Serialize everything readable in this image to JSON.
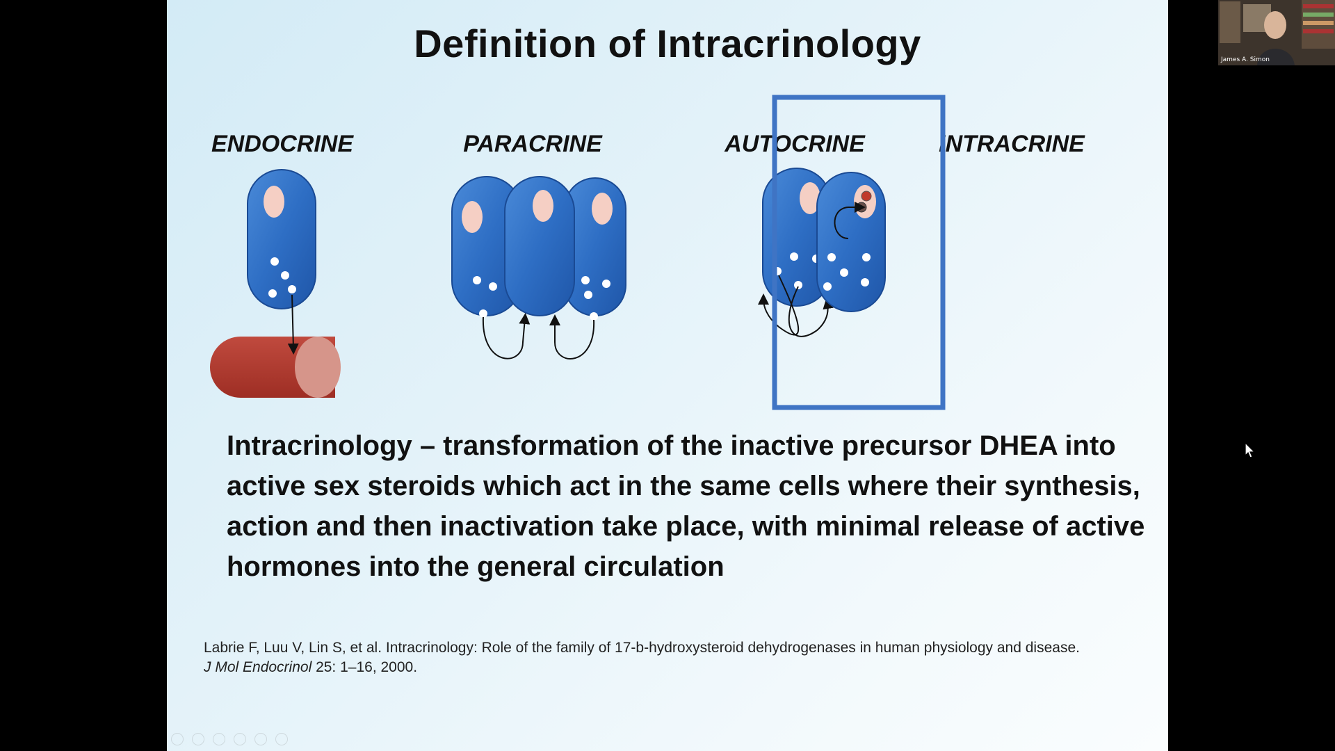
{
  "slide": {
    "title": "Definition of Intracrinology",
    "diagrams": [
      {
        "label": "ENDOCRINE"
      },
      {
        "label": "PARACRINE"
      },
      {
        "label": "AUTOCRINE"
      },
      {
        "label": "INTRACRINE"
      }
    ],
    "definition": "Intracrinology – transformation of the inactive precursor DHEA into active sex steroids which act in the same cells where their synthesis, action and then inactivation take place, with minimal release of active hormones into the general circulation",
    "citation": {
      "line1": "Labrie F, Luu V, Lin S, et al. Intracrinology: Role of the family of 17-b-hydroxysteroid dehydrogenases in human physiology and disease.",
      "journal": "J Mol Endocrinol",
      "details": "  25: 1–16, 2000."
    }
  },
  "webcam": {
    "participant_name": "James A. Simon"
  },
  "colors": {
    "cell_blue": "#2e6ec4",
    "nucleus": "#f5cfc4",
    "vessel_red": "#b5392e",
    "frame_blue": "#3f74c4",
    "app_background": "#000000"
  },
  "icons": [
    "mouse-pointer-icon"
  ]
}
